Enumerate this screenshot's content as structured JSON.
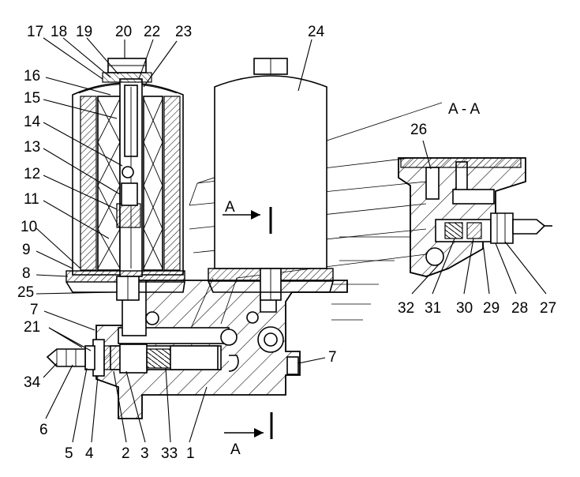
{
  "section_label": "A - A",
  "view_marker": "A",
  "callouts": [
    {
      "id": "l17",
      "text": "17"
    },
    {
      "id": "l18",
      "text": "18"
    },
    {
      "id": "l19",
      "text": "19"
    },
    {
      "id": "l20",
      "text": "20"
    },
    {
      "id": "l22",
      "text": "22"
    },
    {
      "id": "l23",
      "text": "23"
    },
    {
      "id": "l24",
      "text": "24"
    },
    {
      "id": "l16",
      "text": "16"
    },
    {
      "id": "l15",
      "text": "15"
    },
    {
      "id": "l14",
      "text": "14"
    },
    {
      "id": "l13",
      "text": "13"
    },
    {
      "id": "l12",
      "text": "12"
    },
    {
      "id": "l11",
      "text": "11"
    },
    {
      "id": "l10",
      "text": "10"
    },
    {
      "id": "l9",
      "text": "9"
    },
    {
      "id": "l8",
      "text": "8"
    },
    {
      "id": "l25",
      "text": "25"
    },
    {
      "id": "l7a",
      "text": "7"
    },
    {
      "id": "l21",
      "text": "21"
    },
    {
      "id": "l34",
      "text": "34"
    },
    {
      "id": "l6",
      "text": "6"
    },
    {
      "id": "l5",
      "text": "5"
    },
    {
      "id": "l4",
      "text": "4"
    },
    {
      "id": "l2",
      "text": "2"
    },
    {
      "id": "l3",
      "text": "3"
    },
    {
      "id": "l33",
      "text": "33"
    },
    {
      "id": "l1",
      "text": "1"
    },
    {
      "id": "l7b",
      "text": "7"
    },
    {
      "id": "l26",
      "text": "26"
    },
    {
      "id": "l32",
      "text": "32"
    },
    {
      "id": "l31",
      "text": "31"
    },
    {
      "id": "l30",
      "text": "30"
    },
    {
      "id": "l29",
      "text": "29"
    },
    {
      "id": "l28",
      "text": "28"
    },
    {
      "id": "l27",
      "text": "27"
    }
  ]
}
